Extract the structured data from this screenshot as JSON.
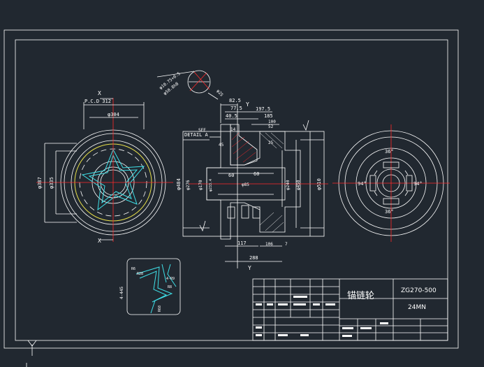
{
  "drawing": {
    "title_cn": "锚链轮",
    "code": "ZG270-500",
    "qty": "24MN",
    "colors": {
      "background": "#212830",
      "lines": "#ffffff",
      "centerlines": "#ff2a2a",
      "profile": "#3fe0e8",
      "pitch_circle": "#e8e04a"
    }
  },
  "front_view": {
    "pcd": "P.C.D 312",
    "d_outer": "φ304",
    "d_left": "φ387",
    "d_left2": "φ335",
    "axis_x_top": "X",
    "axis_x_bottom": "X"
  },
  "section_view": {
    "dims_top": [
      "82.5",
      "77.5",
      "197.5",
      "40.5",
      "185",
      "100",
      "52"
    ],
    "y_top": "Y",
    "y_bottom": "Y",
    "detail": "SEE\nDETAIL A",
    "v14": "14",
    "r45": "45",
    "ra25": "25",
    "d60a": "60",
    "d60b": "60",
    "d484": "φ484",
    "d276": "φ276",
    "d170": "φ170",
    "d233": "φ233.4",
    "d85": "φ85",
    "d240": "φ240",
    "d450": "φ450",
    "d510": "φ510",
    "b117": "117",
    "b288": "288",
    "b106": "106",
    "b7": "7"
  },
  "bolt_detail": {
    "label1": "φ10.75+0.5",
    "label2": "φ50.8h8",
    "label3": "φ25"
  },
  "right_view": {
    "a1": "36°",
    "a2": "94°",
    "a3": "94°",
    "a4": "36°"
  },
  "detail_a": {
    "l1": "R6",
    "l2": "R28",
    "l3": "4-R9",
    "l4": "R8",
    "l5": "4-445",
    "l6": "R68"
  }
}
